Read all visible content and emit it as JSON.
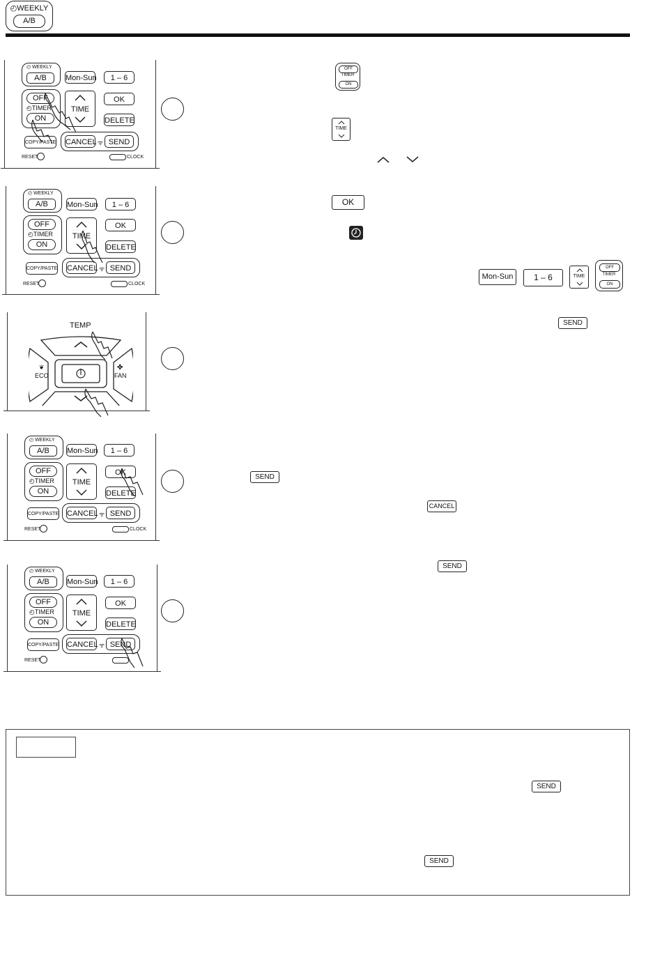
{
  "header": {
    "badge_top": "WEEKLY",
    "badge_ab": "A/B"
  },
  "remote": {
    "weekly": "WEEKLY",
    "ab": "A/B",
    "mon_sun": "Mon-Sun",
    "one_six": "1 – 6",
    "off": "OFF",
    "timer": "TIMER",
    "on": "ON",
    "time": "TIME",
    "ok": "OK",
    "delete": "DELETE",
    "copy_paste": "COPY/PASTE",
    "cancel": "CANCEL",
    "send": "SEND",
    "reset": "RESET",
    "clock": "CLOCK"
  },
  "temp_panel": {
    "temp": "TEMP",
    "eco": "ECO",
    "fan": "FAN"
  },
  "inline_icons": {
    "off": "OFF",
    "timer": "TIMER",
    "on": "ON",
    "time": "TIME",
    "ok": "OK",
    "mon_sun": "Mon-Sun",
    "one_six": "1 – 6",
    "send": "SEND",
    "cancel": "CANCEL"
  },
  "colors": {
    "ink": "#111111",
    "rule": "#111111"
  }
}
